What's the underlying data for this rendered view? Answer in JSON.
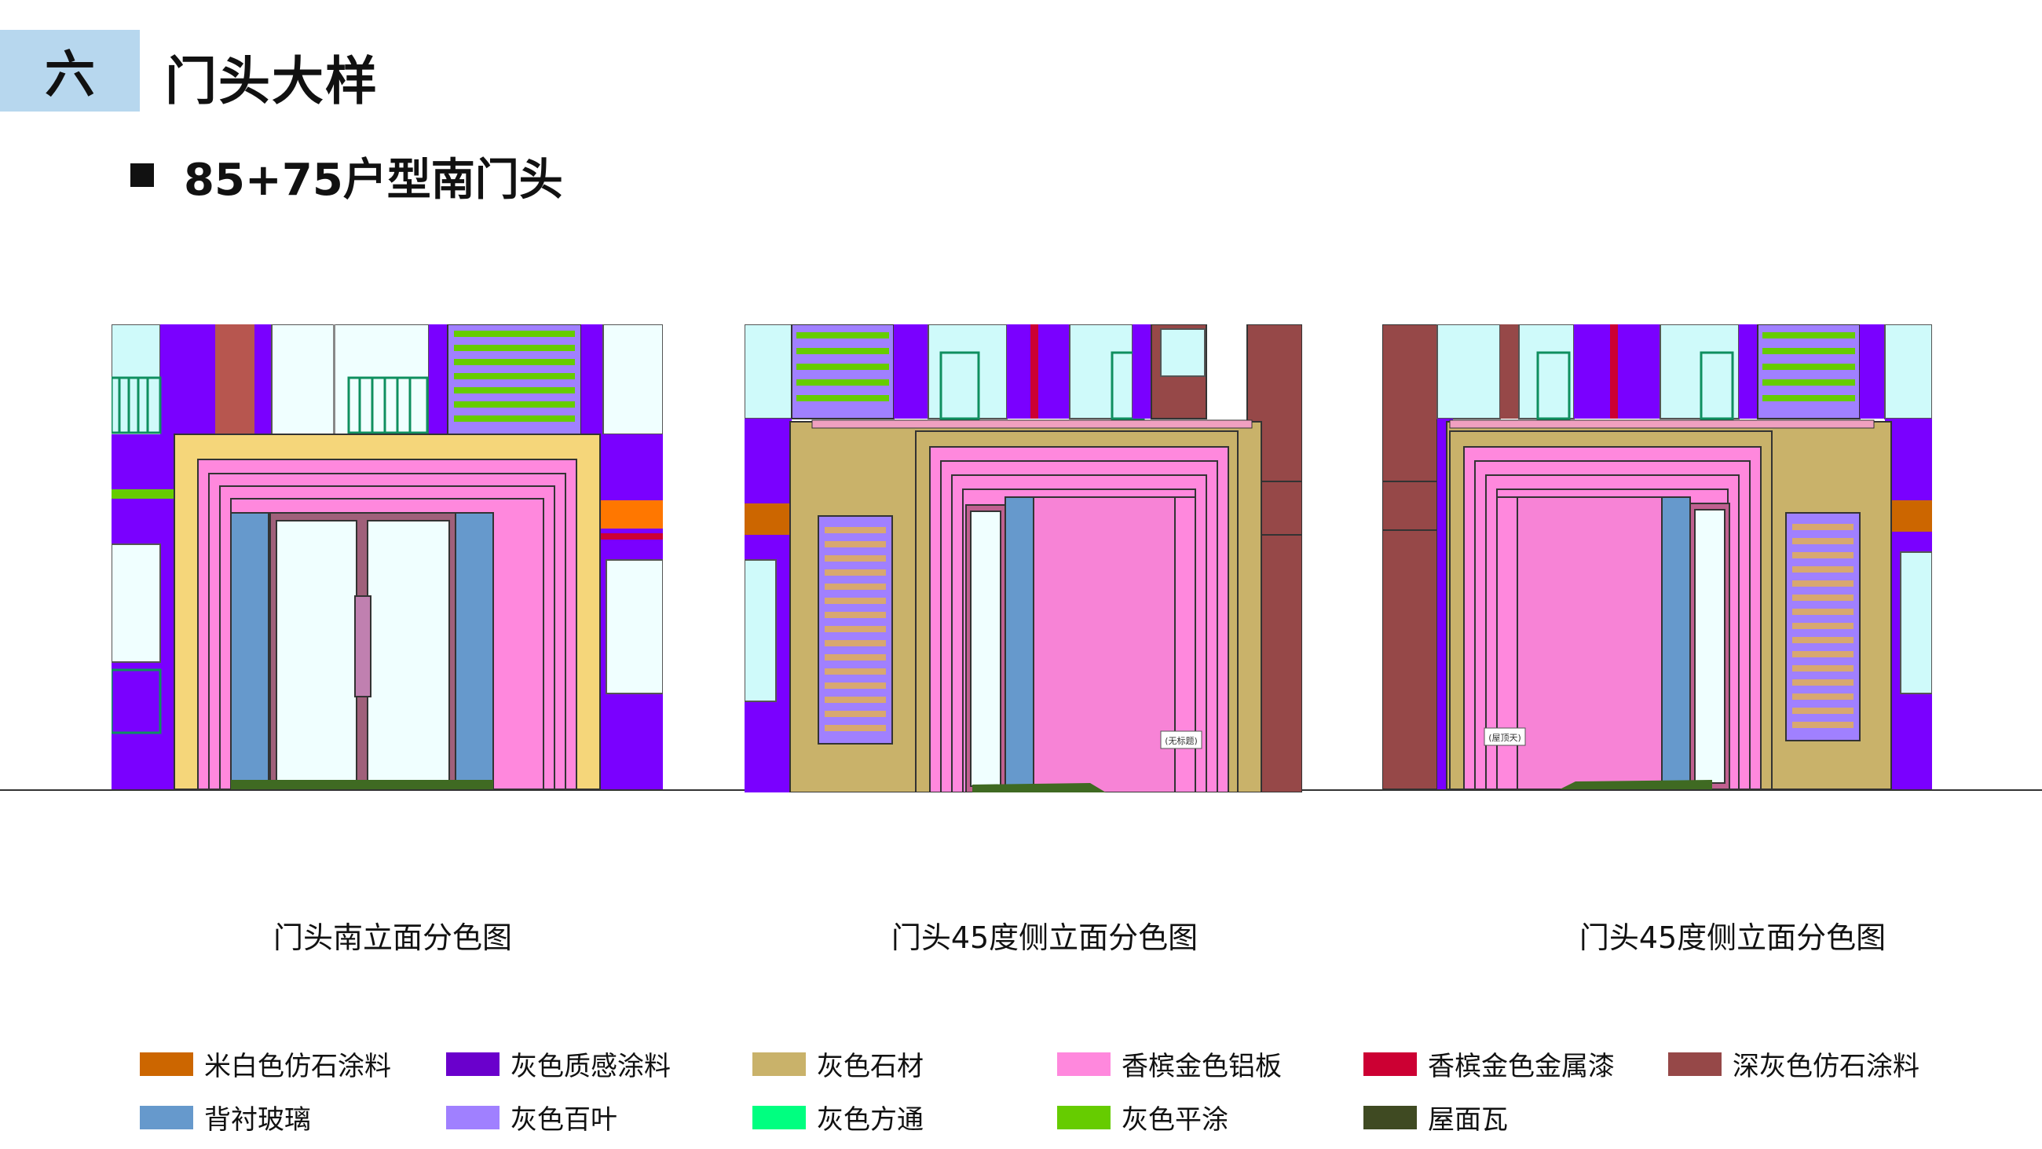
{
  "section": {
    "number": "六",
    "title": "门头大样"
  },
  "subtitle": "85+75户型南门头",
  "captions": [
    "门头南立面分色图",
    "门头45度侧立面分色图",
    "门头45度侧立面分色图"
  ],
  "tags": [
    "(无标题)",
    "(屋顶天)"
  ],
  "legend": [
    {
      "label": "米白色仿石涂料",
      "color": "#cc6600"
    },
    {
      "label": "灰色质感涂料",
      "color": "#6a00cc"
    },
    {
      "label": "灰色石材",
      "color": "#c9b26a"
    },
    {
      "label": "香槟金色铝板",
      "color": "#ff88dd"
    },
    {
      "label": "香槟金色金属漆",
      "color": "#cc0033"
    },
    {
      "label": "深灰色仿石涂料",
      "color": "#964848"
    },
    {
      "label": "背衬玻璃",
      "color": "#6699cc"
    },
    {
      "label": "灰色百叶",
      "color": "#a080ff"
    },
    {
      "label": "灰色方通",
      "color": "#00ff80"
    },
    {
      "label": "灰色平涂",
      "color": "#66cc00"
    },
    {
      "label": "屋面瓦",
      "color": "#3f4a22"
    }
  ]
}
